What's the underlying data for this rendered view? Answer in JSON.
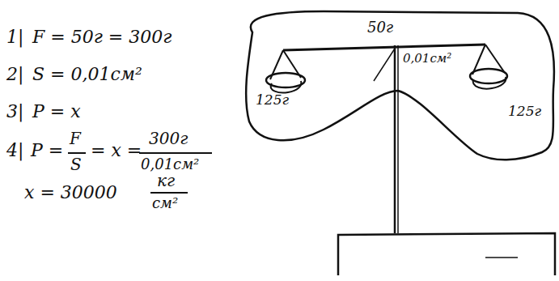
{
  "diagram": {
    "labels": [
      "1|",
      "F = 50г = 300г",
      "2|",
      "S = 0,01см²",
      "3|",
      "P = x",
      "4|",
      "P =",
      "F",
      "S",
      "= x =",
      "300г",
      "0,01см²",
      "x = 30000",
      "кг",
      "см²",
      "50г",
      "0,01см²",
      "125г",
      "125г"
    ]
  }
}
